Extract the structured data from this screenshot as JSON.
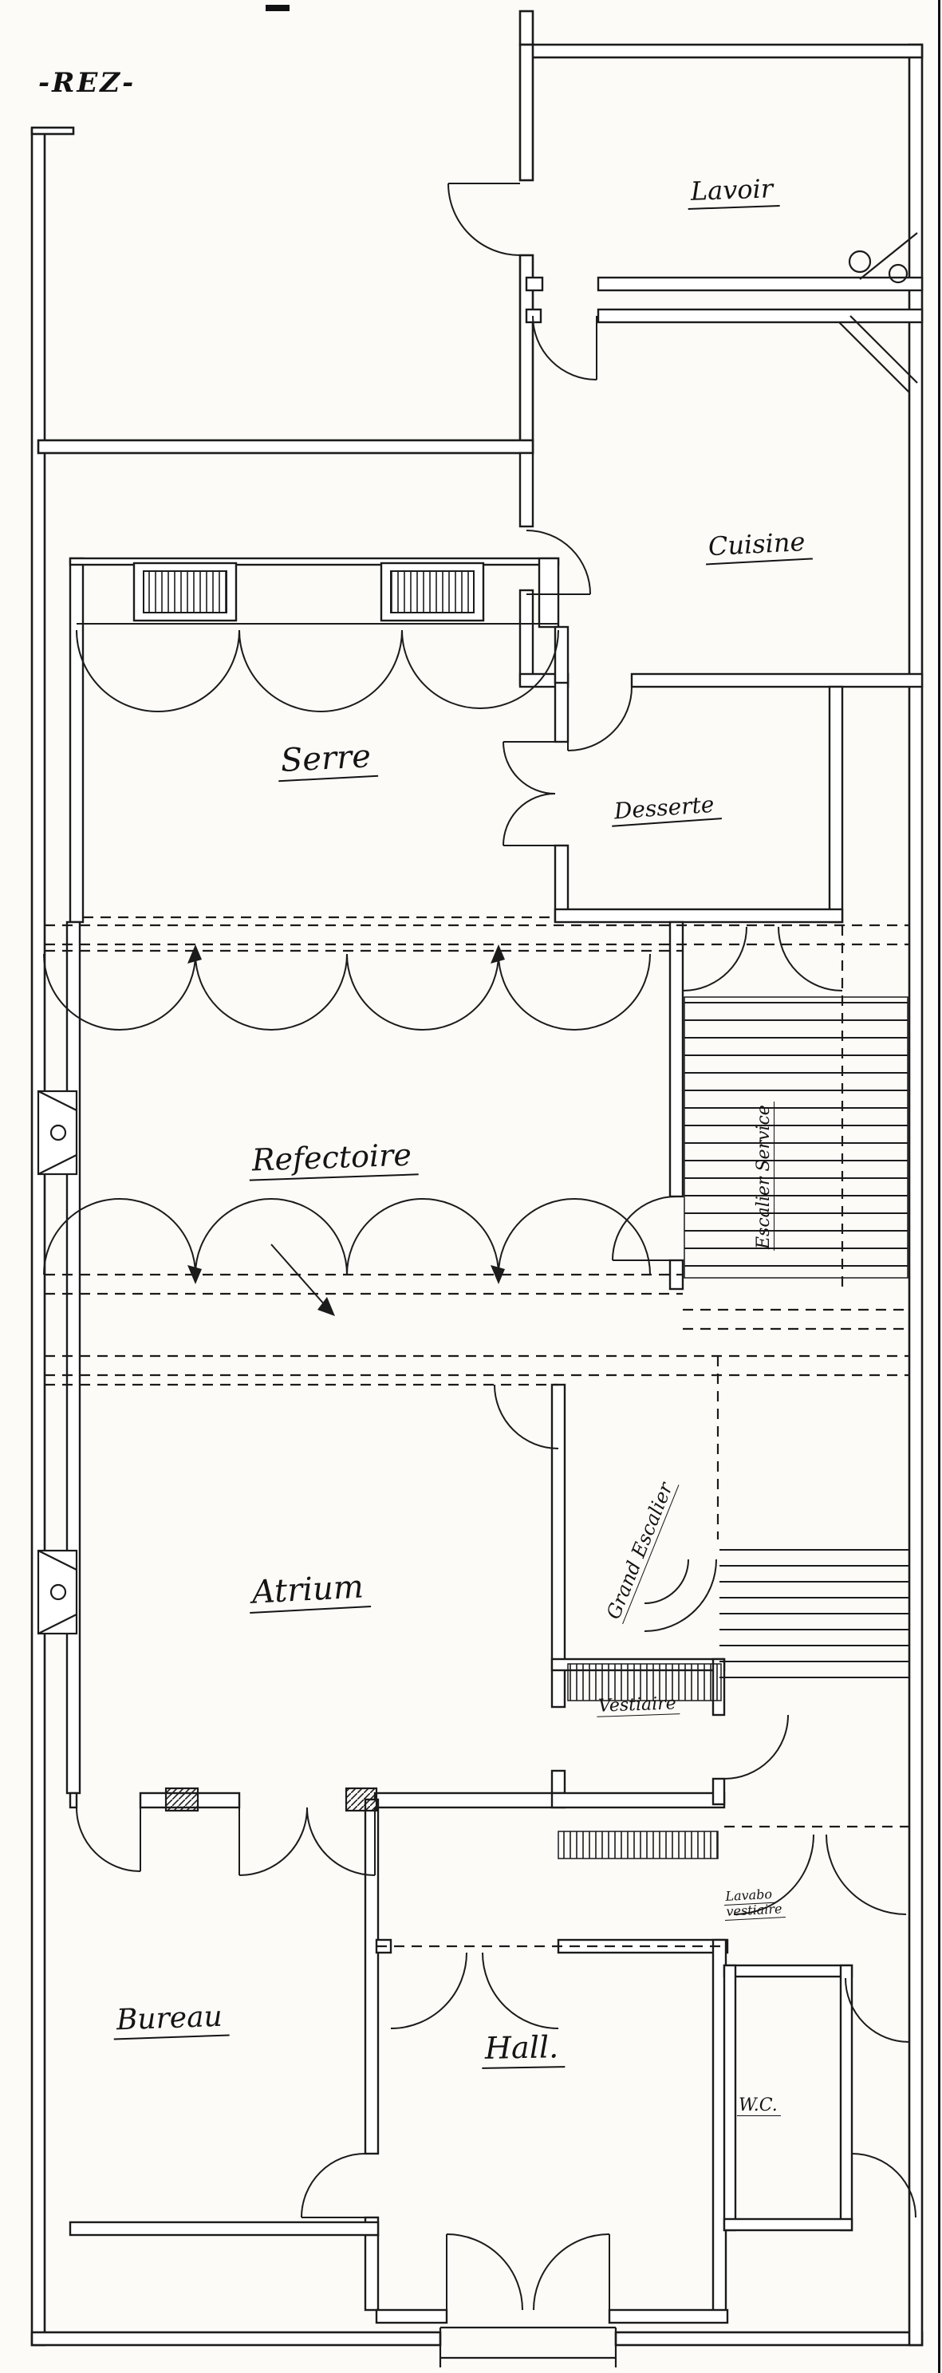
{
  "title": "-REZ-",
  "plan": {
    "colors": {
      "ink": "#1b1b1b",
      "paper": "#fcfbf8"
    },
    "rooms": [
      {
        "id": "lavoir",
        "label": "Lavoir"
      },
      {
        "id": "cuisine",
        "label": "Cuisine"
      },
      {
        "id": "serre",
        "label": "Serre"
      },
      {
        "id": "desserte",
        "label": "Desserte"
      },
      {
        "id": "refectoire",
        "label": "Refectoire"
      },
      {
        "id": "escalier-service",
        "label": "Escalier Service"
      },
      {
        "id": "grand-escalier",
        "label": "Grand Escalier"
      },
      {
        "id": "atrium",
        "label": "Atrium"
      },
      {
        "id": "vestiaire",
        "label": "Vestiaire"
      },
      {
        "id": "lavabo-vestiaire",
        "label": "Lavabo",
        "label2": "vestiaire"
      },
      {
        "id": "bureau",
        "label": "Bureau"
      },
      {
        "id": "hall",
        "label": "Hall."
      },
      {
        "id": "wc",
        "label": "W.C."
      }
    ]
  }
}
